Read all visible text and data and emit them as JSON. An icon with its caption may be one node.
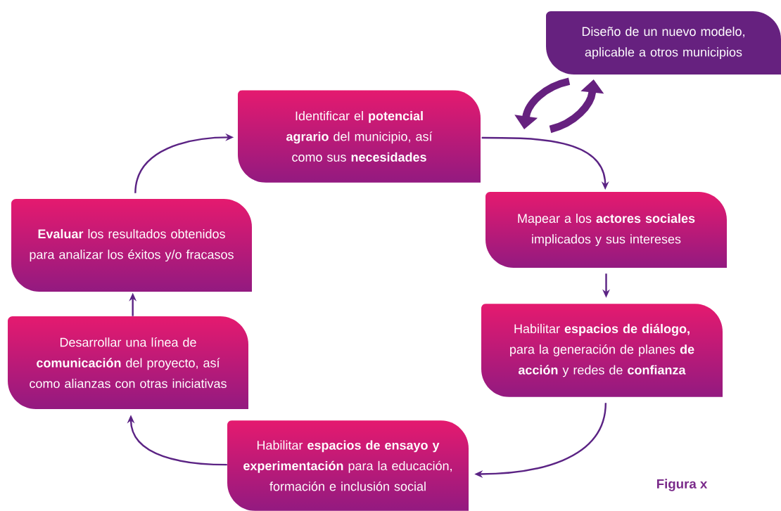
{
  "diagram": {
    "nodes": [
      {
        "text": [
          "Identificar el **potencial agrario** del municipio, así como sus **necesidades**"
        ]
      },
      {
        "text": [
          "Mapear a los **actores sociales** implicados y sus intereses"
        ]
      },
      {
        "text": [
          "Habilitar **espacios de diálogo,** para la generación de planes **de acción** y redes de **confianza**"
        ]
      },
      {
        "text": [
          "Habilitar **espacios de ensayo y experimentación** para la educación, formación e inclusión social"
        ]
      },
      {
        "text": [
          "Desarrollar una línea de **comunicación** del proyecto, así como alianzas con otras iniciativas"
        ]
      },
      {
        "text": [
          "**Evaluar** los resultados obtenidos para analizar los éxitos y/o fracasos"
        ]
      },
      {
        "text": [
          "Diseño de un nuevo modelo, aplicable a otros municipios"
        ]
      }
    ],
    "edges": [
      {
        "from": 0,
        "to": 1,
        "arrow": "to"
      },
      {
        "from": 1,
        "to": 2,
        "arrow": "to"
      },
      {
        "from": 2,
        "to": 3,
        "arrow": "to"
      },
      {
        "from": 3,
        "to": 4,
        "arrow": "to"
      },
      {
        "from": 4,
        "to": 5,
        "arrow": "to"
      },
      {
        "from": 5,
        "to": 0,
        "arrow": "to"
      },
      {
        "from": 6,
        "to": null,
        "arrow": "to",
        "style": "thick"
      },
      {
        "from": null,
        "to": 6,
        "arrow": "to",
        "style": "thick"
      }
    ],
    "labels": [
      "Figura x"
    ]
  }
}
